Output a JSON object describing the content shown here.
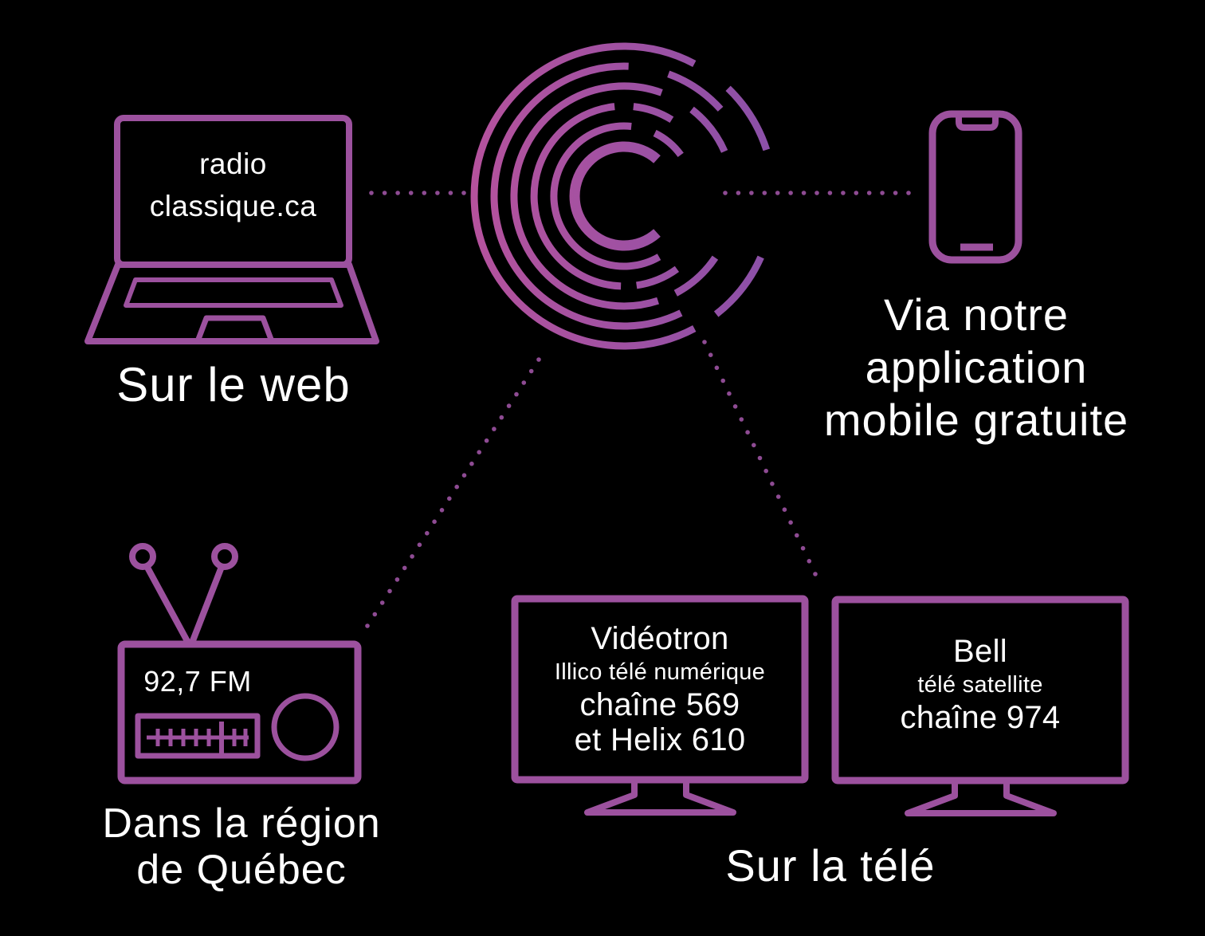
{
  "colors": {
    "background": "#000000",
    "accent": "#9c519e",
    "dot": "#8e4b93",
    "text": "#ffffff",
    "logo_gradient_left": "#b5529d",
    "logo_gradient_right": "#8a50a8"
  },
  "web": {
    "screen_line1": "radio",
    "screen_line2": "classique.ca",
    "label": "Sur le web"
  },
  "mobile": {
    "label_line1": "Via notre",
    "label_line2": "application",
    "label_line3": "mobile gratuite"
  },
  "fm": {
    "frequency": "92,7 FM",
    "label_line1": "Dans la région",
    "label_line2": "de Québec"
  },
  "tv": {
    "label": "Sur la télé",
    "providers": [
      {
        "name": "Vidéotron",
        "service": "Illico télé numérique",
        "channel_line1": "chaîne 569",
        "channel_line2": "et Helix 610"
      },
      {
        "name": "Bell",
        "service": "télé satellite",
        "channel_line1": "chaîne 974"
      }
    ]
  },
  "icons": {
    "center": "radio-classique-logo",
    "web": "laptop-icon",
    "mobile": "smartphone-icon",
    "fm": "radio-icon",
    "tv": "tv-icon",
    "connectors": "dotted-line"
  }
}
